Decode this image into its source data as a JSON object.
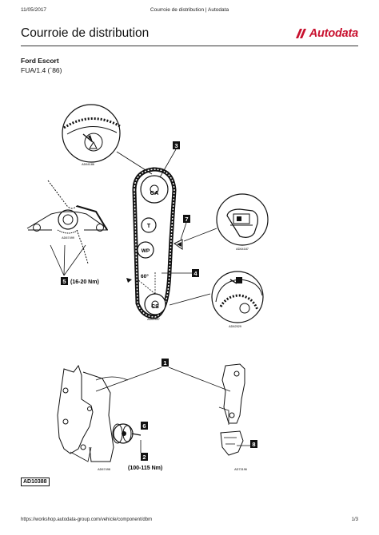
{
  "header": {
    "date": "11/05/2017",
    "window_title": "Courroie de distribution | Autodata",
    "page_title": "Courroie de distribution",
    "logo_text": "Autodata",
    "brand_color": "#c8102e"
  },
  "vehicle": {
    "model": "Ford Escort",
    "engine": "FUA/1.4 (`86)"
  },
  "diagram": {
    "callouts": {
      "c1": "1",
      "c2": "2",
      "c3": "3",
      "c4": "4",
      "c5": "5",
      "c6": "6",
      "c7": "7",
      "c8": "8"
    },
    "torque_5": "(16-20 Nm)",
    "torque_2": "(100-115 Nm)",
    "angle": "60°",
    "pulleys": {
      "ca": "CA",
      "t": "T",
      "wp": "WP",
      "cs": "CS"
    },
    "refs": {
      "ad64186": "AD64186",
      "ad67499": "AD67499",
      "ad64187": "AD64187",
      "ad67497": "AD67497",
      "ad62529": "AD62529",
      "ad67498": "AD67498",
      "ad73196": "AD73196"
    },
    "figure_code": "AD10388"
  },
  "footer": {
    "url": "https://workshop.autodata-group.com/vehicle/component/dbm",
    "page": "1/3"
  }
}
